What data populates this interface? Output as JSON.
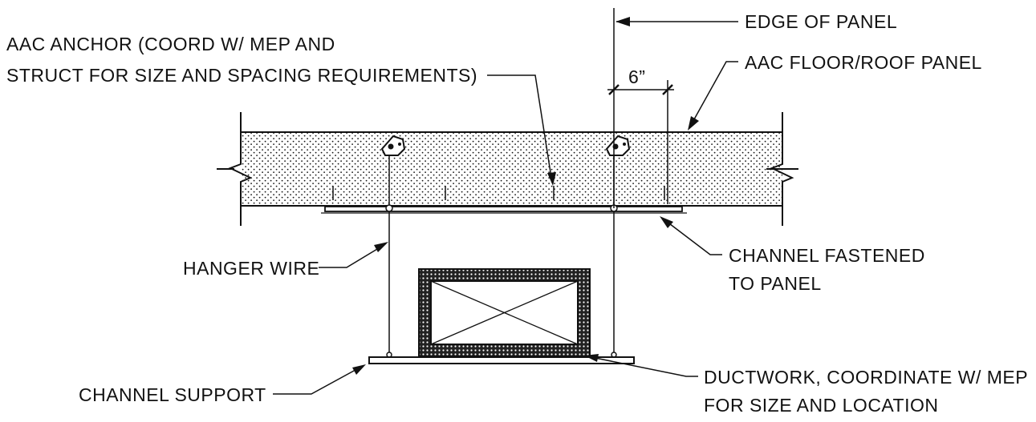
{
  "colors": {
    "ink": "#111111",
    "background": "#ffffff"
  },
  "labels": {
    "edge_of_panel": "EDGE OF PANEL",
    "aac_anchor_line1": "AAC ANCHOR (COORD W/ MEP AND",
    "aac_anchor_line2": "STRUCT FOR SIZE AND SPACING REQUIREMENTS)",
    "aac_floor_roof_panel": "AAC FLOOR/ROOF PANEL",
    "dimension_6in": "6”",
    "hanger_wire": "HANGER WIRE",
    "channel_fastened_line1": "CHANNEL FASTENED",
    "channel_fastened_line2": "TO PANEL",
    "channel_support": "CHANNEL SUPPORT",
    "ductwork_line1": "DUCTWORK, COORDINATE W/ MEP",
    "ductwork_line2": "FOR SIZE AND LOCATION"
  }
}
